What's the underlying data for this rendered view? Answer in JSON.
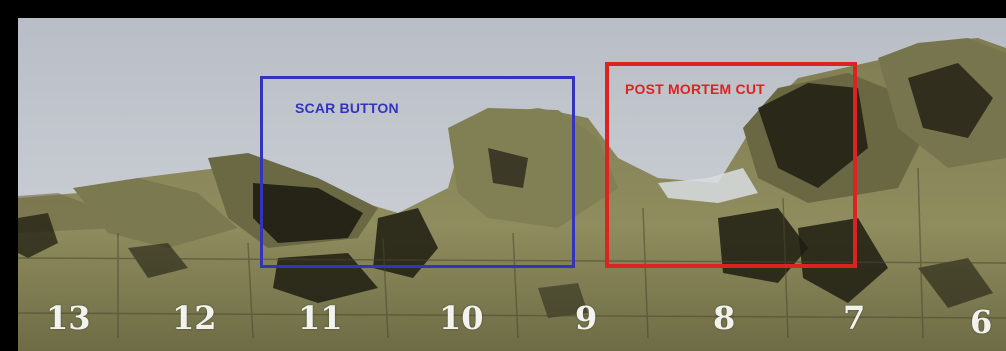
{
  "annotations": {
    "scar_button": {
      "label": "SCAR BUTTON",
      "color": "#3333bb"
    },
    "post_mortem_cut": {
      "label": "POST MORTEM CUT",
      "color": "#dd2222"
    }
  },
  "scute_numbers": [
    "13",
    "12",
    "11",
    "10",
    "9",
    "8",
    "7",
    "6"
  ],
  "colors": {
    "background": "#c8ccd2",
    "scale_base": "#8c8a5a",
    "scale_dark": "#1f1d12",
    "frame": "#000000"
  }
}
